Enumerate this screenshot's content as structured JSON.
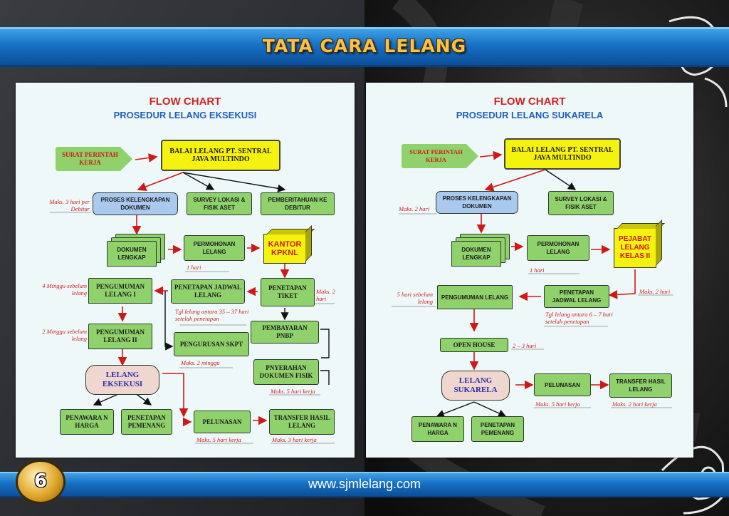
{
  "header": {
    "title": "TATA CARA LELANG"
  },
  "footer": {
    "page_number": "6",
    "url": "www.sjmlelang.com"
  },
  "left": {
    "title": "FLOW CHART",
    "subtitle": "PROSEDUR LELANG EKSEKUSI",
    "surat": "SURAT PERINTAH KERJA",
    "balai": "BALAI LELANG PT. SENTRAL JAVA MULTINDO",
    "proses": "PROSES KELENGKAPAN DOKUMEN",
    "survey": "SURVEY LOKASI & FISIK ASET",
    "pemberitahuan": "PEMBERITAHUAN KE DEBITUR",
    "dokumen": "DOKUMEN LENGKAP",
    "permohonan": "PERMOHONAN LELANG",
    "kantor": "KANTOR KPKNL",
    "pengumuman1": "PENGUMUMAN LELANG I",
    "penetapan_jadwal": "PENETAPAN JADWAL LELANG",
    "penetapan_tiket": "PENETAPAN TIKET",
    "pengumuman2": "PENGUMUMAN LELANG II",
    "pengurusan": "PENGURUSAN SKPT",
    "pembayaran": "PEMBAYARAN PNBP",
    "penyerahan": "PNYERAHAN DOKUMEN FISIK",
    "lelang": "LELANG EKSEKUSI",
    "penawaran": "PENAWARA N HARGA",
    "pemenang": "PENETAPAN PEMENANG",
    "pelunasan": "PELUNASAN",
    "transfer": "TRANSFER HASIL LELANG",
    "n_maks3": "Maks. 3 hari per Debitur",
    "n_1hari": "1 hari",
    "n_4minggu": "4 Minggu sebelum lelang",
    "n_tgl": "Tgl lelang antara 35 – 37 hari setelah penetapan",
    "n_maks2t": "Maks. 2 hari",
    "n_2minggu": "2 Minggu sebelum lelang",
    "n_maks2m": "Maks. 2 minggu",
    "n_maks5k1": "Maks. 5 hari kerja",
    "n_maks5k2": "Maks. 5 hari kerja",
    "n_maks3k": "Maks. 3 hari kerja"
  },
  "right": {
    "title": "FLOW CHART",
    "subtitle": "PROSEDUR LELANG SUKARELA",
    "surat": "SURAT PERINTAH KERJA",
    "balai": "BALAI LELANG PT. SENTRAL JAVA MULTINDO",
    "proses": "PROSES KELENGKAPAN DOKUMEN",
    "survey": "SURVEY LOKASI & FISIK ASET",
    "dokumen": "DOKUMEN LENGKAP",
    "permohonan": "PERMOHONAN LELANG",
    "pejabat": "PEJABAT LELANG KELAS II",
    "pengumuman": "PENGUMUMAN LELANG",
    "penetapan_jadwal": "PENETAPAN JADWAL LELANG",
    "open_house": "OPEN HOUSE",
    "lelang": "LELANG SUKARELA",
    "pelunasan": "PELUNASAN",
    "transfer": "TRANSFER HASIL LELANG",
    "penawaran": "PENAWARA N HARGA",
    "pemenang": "PENETAPAN PEMENANG",
    "n_maks2": "Maks. 2 hari",
    "n_1hari": "1 hari",
    "n_maks2b": "Maks. 2 hari",
    "n_5hari": "5 hari sebelum lelang",
    "n_tgl": "Tgl lelang antara 6 – 7 hari setelah penetapan",
    "n_23hari": "2 – 3 hari",
    "n_maks5k": "Maks. 5 hari kerja",
    "n_maks2k": "Maks. 2 hari kerja"
  }
}
